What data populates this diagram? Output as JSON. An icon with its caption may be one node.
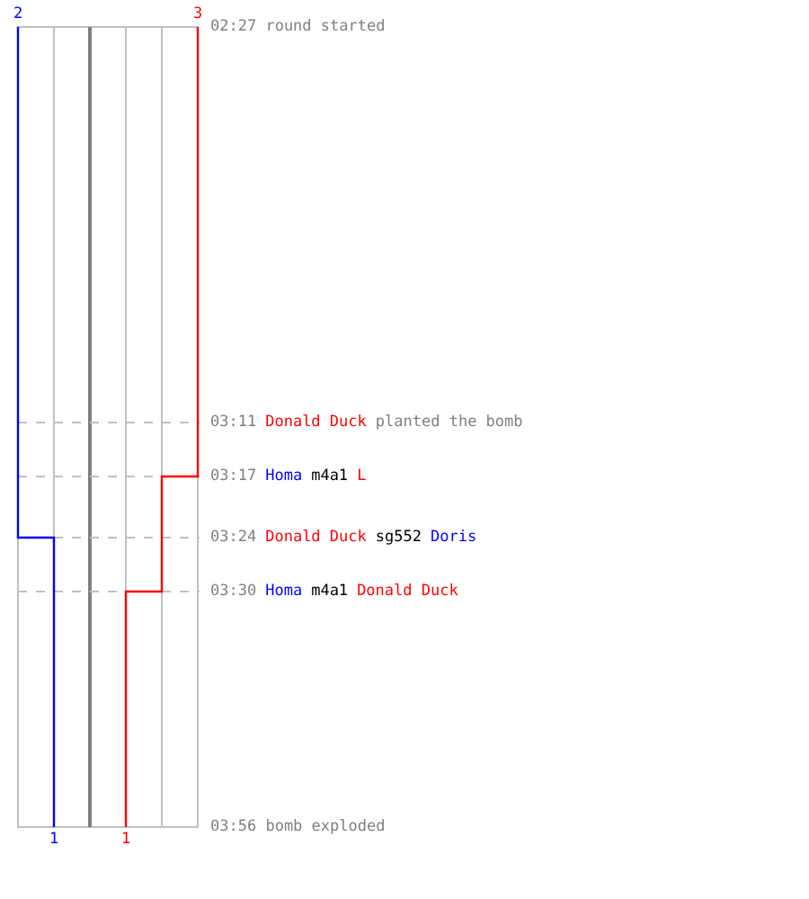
{
  "diagram": {
    "labels": [
      "2",
      "3",
      "02:27 round started",
      "03:11",
      "Donald Duck",
      "planted the bomb",
      "03:17",
      "Homa",
      "m4a1",
      "L",
      "03:24",
      "Donald Duck",
      "sg552",
      "Doris",
      "03:30",
      "Homa",
      "m4a1",
      "Donald Duck",
      "1",
      "1",
      "03:56 bomb exploded"
    ]
  }
}
